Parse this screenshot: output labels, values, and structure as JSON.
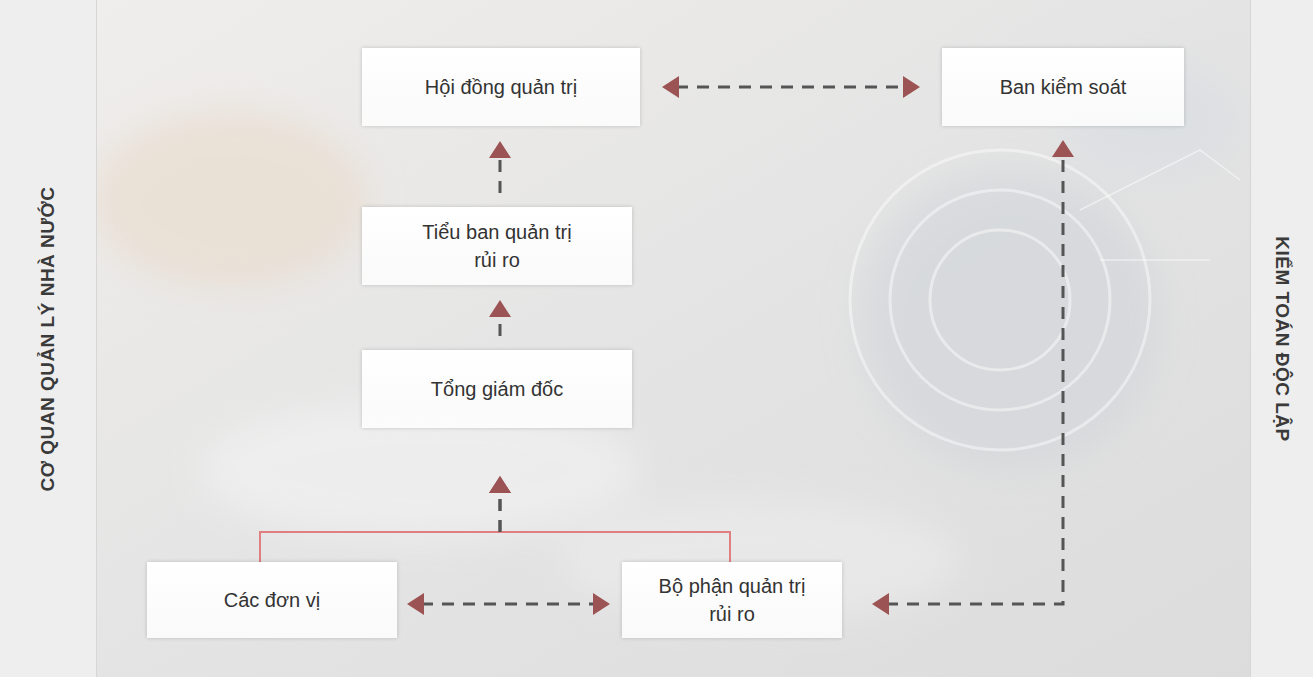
{
  "diagram": {
    "nodes": [
      {
        "text": [
          "CƠ QUAN QUẢN LÝ NHÀ NƯỚC"
        ]
      },
      {
        "text": [
          "Hội đồng quản trị"
        ]
      },
      {
        "text": [
          "Ban kiểm soát"
        ]
      },
      {
        "text": [
          "Tiểu ban quản trị rủi ro"
        ]
      },
      {
        "text": [
          "Tổng giám đốc"
        ]
      },
      {
        "text": [
          "Các đơn vị"
        ]
      },
      {
        "text": [
          "Bộ phận quản trị rủi ro"
        ]
      },
      {
        "text": [
          "KIỂM TOÁN ĐỘC LẬP"
        ]
      }
    ],
    "edges": [
      {
        "from": 1,
        "to": 2,
        "arrow": "both"
      },
      {
        "from": 3,
        "to": 1,
        "arrow": "to"
      },
      {
        "from": 4,
        "to": 3,
        "arrow": "to"
      },
      {
        "from": 5,
        "to": 4,
        "arrow": "to"
      },
      {
        "from": 6,
        "to": 4,
        "arrow": "to"
      },
      {
        "from": 5,
        "to": 6,
        "arrow": "both"
      },
      {
        "from": 6,
        "to": 2,
        "arrow": "both"
      }
    ]
  }
}
